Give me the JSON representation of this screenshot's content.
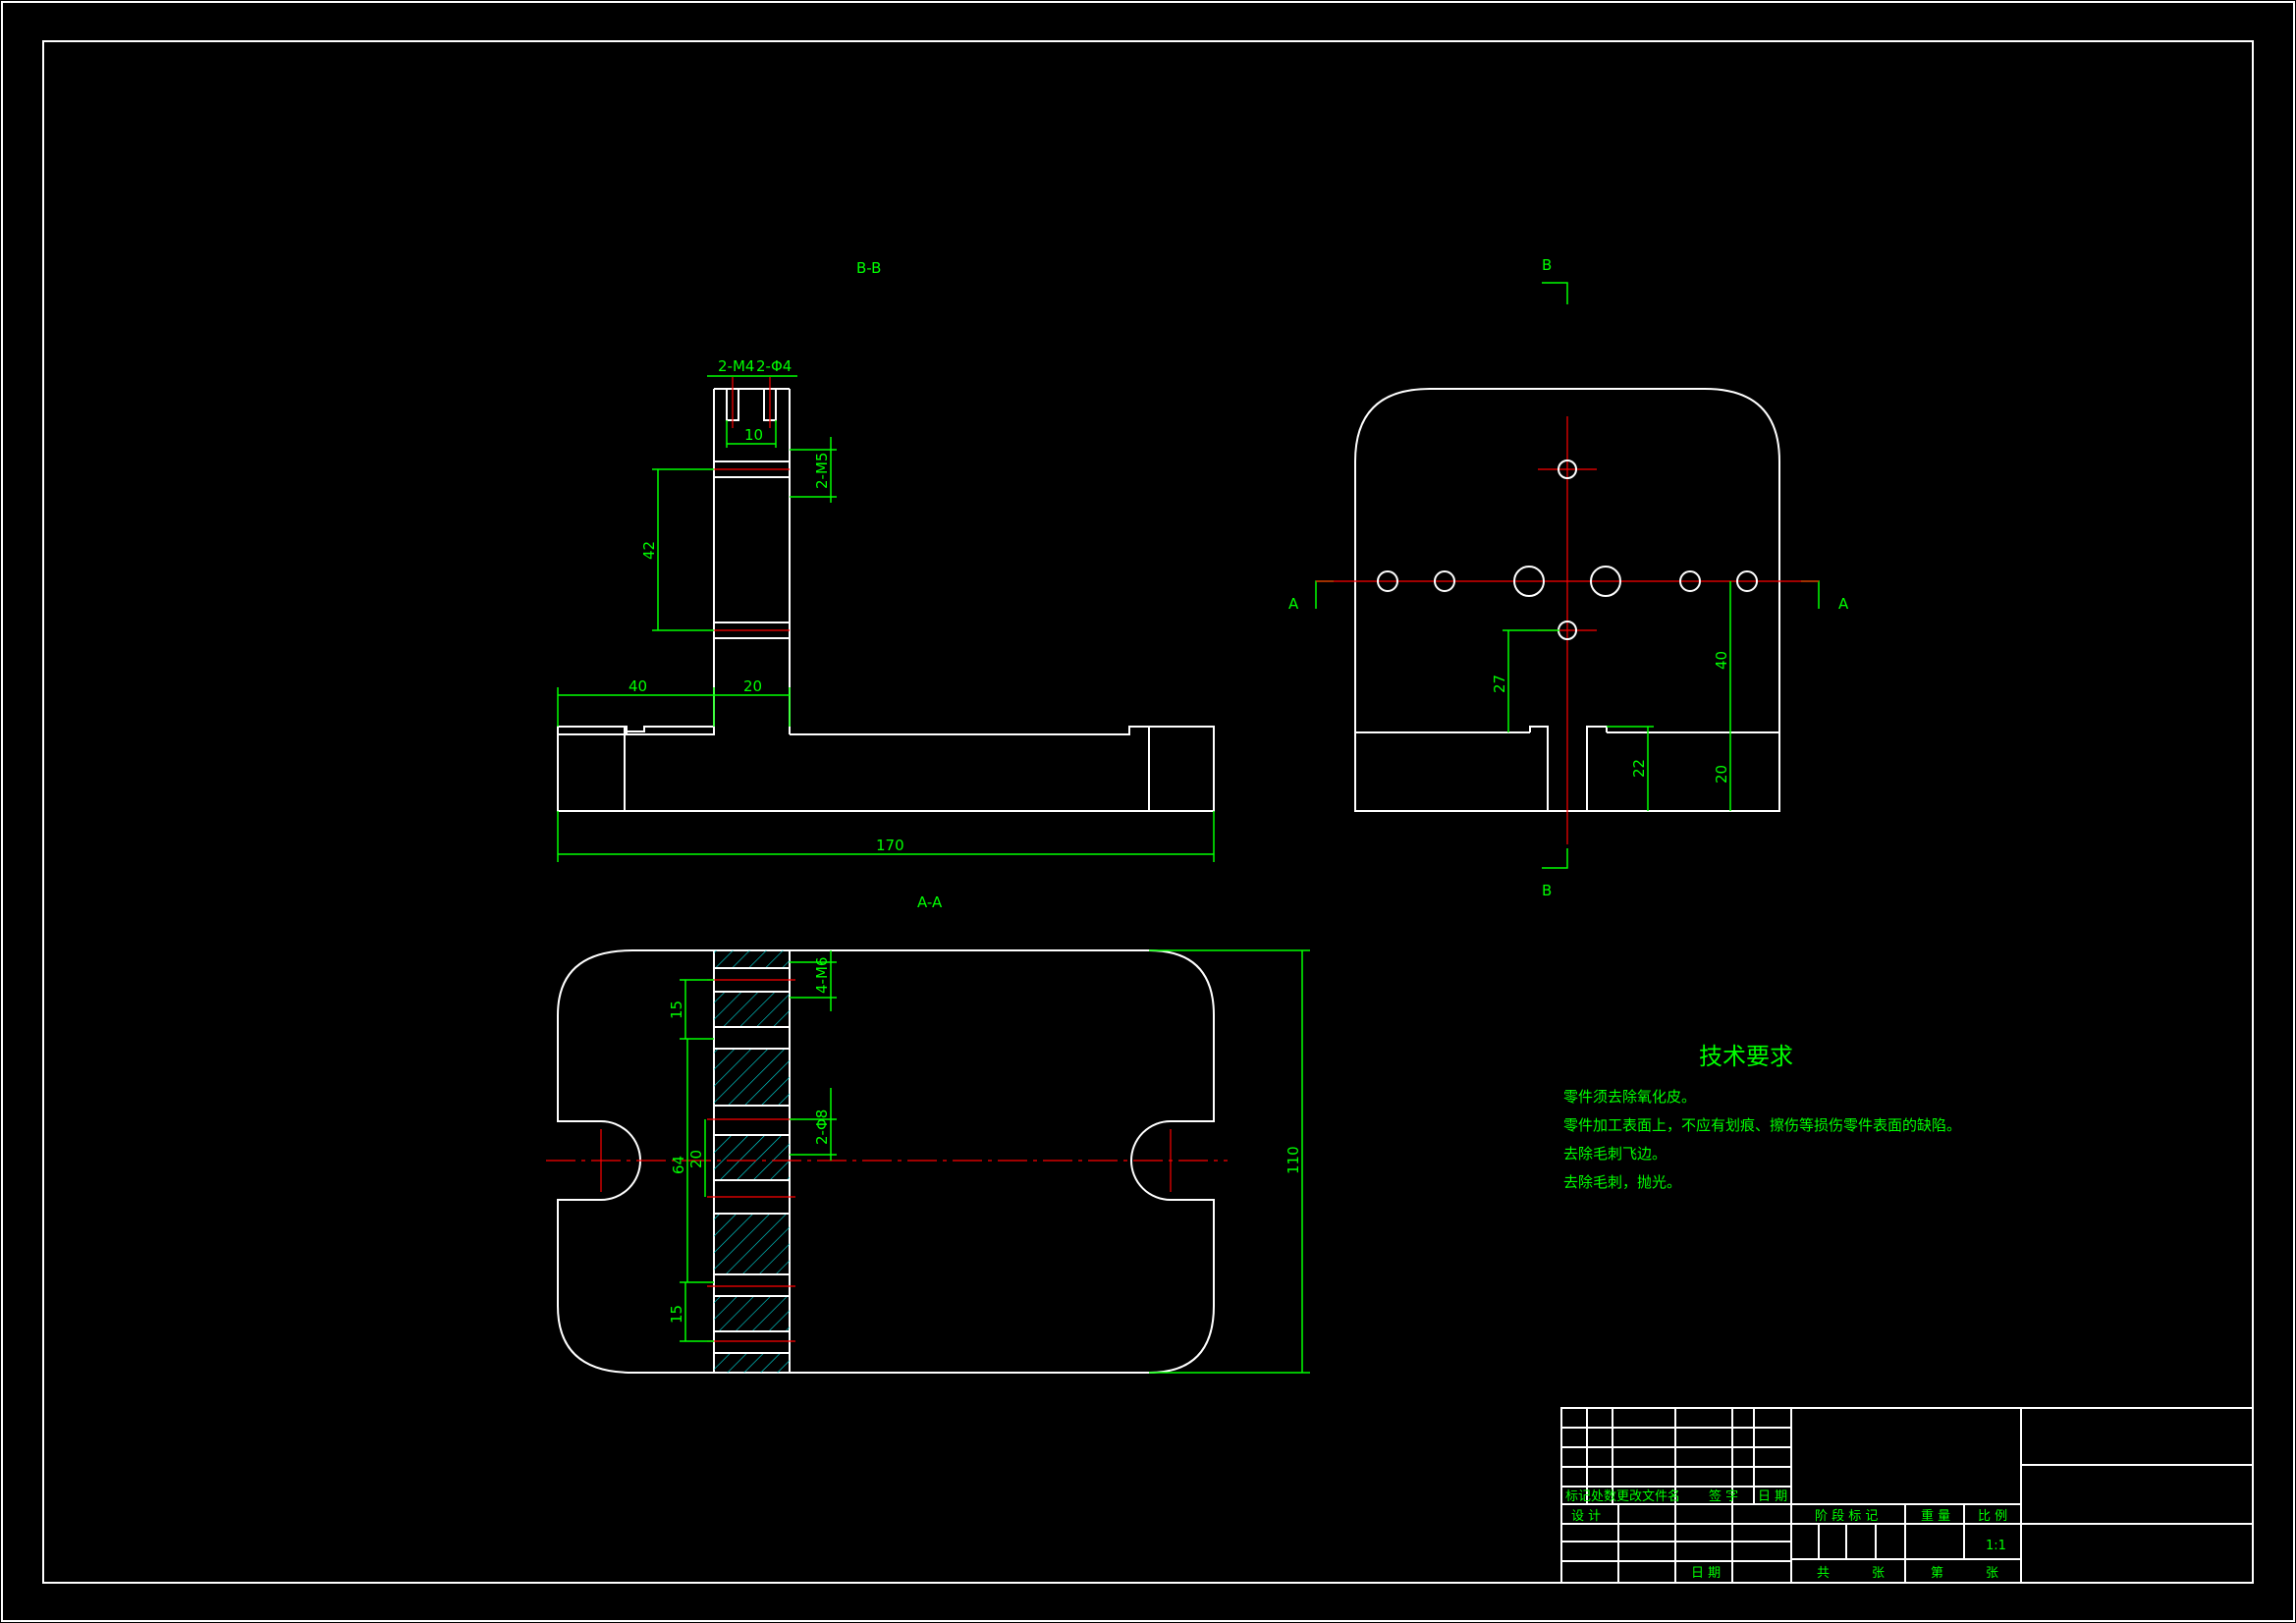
{
  "views": {
    "section_bb_label": "B-B",
    "section_aa_label": "A-A",
    "cut_a_left": "A",
    "cut_a_right": "A",
    "cut_b_top": "B",
    "cut_b_bottom": "B"
  },
  "dimensions": {
    "d_2m4": "2-M4",
    "d_2phi4": "2-Φ4",
    "d_10": "10",
    "d_2m5": "2-M5",
    "d_42": "42",
    "d_40_left": "40",
    "d_20_top": "20",
    "d_170": "170",
    "d_27": "27",
    "d_40_right": "40",
    "d_22": "22",
    "d_20_right": "20",
    "d_4m6": "4-M6",
    "d_15_top": "15",
    "d_2phi8": "2-Φ8",
    "d_64": "64",
    "d_20_mid": "20",
    "d_110": "110",
    "d_15_bottom": "15"
  },
  "tech_requirements": {
    "title": "技术要求",
    "items": [
      "零件须去除氧化皮。",
      "零件加工表面上，不应有划痕、擦伤等损伤零件表面的缺陷。",
      "去除毛刺飞边。",
      "去除毛刺，抛光。"
    ]
  },
  "title_block": {
    "mark": "标记",
    "count": "处数",
    "change_doc": "更改文件名",
    "signature": "签 字",
    "date_head": "日 期",
    "design": "设 计",
    "date": "日 期",
    "stage_mark": "阶 段 标 记",
    "weight": "重 量",
    "scale_head": "比 例",
    "scale": "1:1",
    "total": "共",
    "sheet_unit": "张",
    "sheet_no": "第",
    "sheet_unit2": "张"
  }
}
